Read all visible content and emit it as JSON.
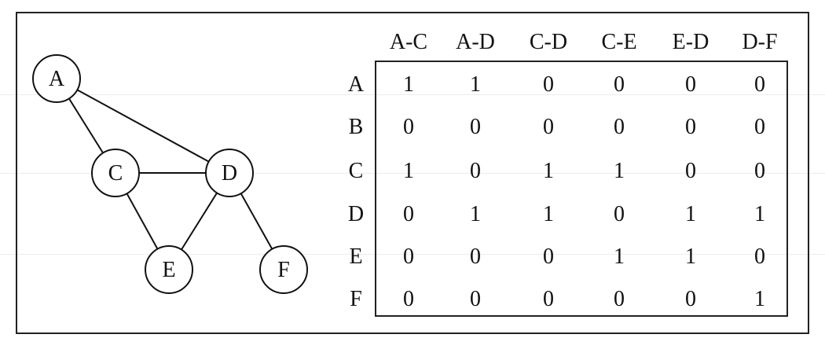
{
  "graph": {
    "nodes": [
      {
        "id": "A",
        "label": "A"
      },
      {
        "id": "C",
        "label": "C"
      },
      {
        "id": "D",
        "label": "D"
      },
      {
        "id": "E",
        "label": "E"
      },
      {
        "id": "F",
        "label": "F"
      }
    ],
    "edges": [
      {
        "from": "A",
        "to": "C"
      },
      {
        "from": "A",
        "to": "D"
      },
      {
        "from": "C",
        "to": "D"
      },
      {
        "from": "C",
        "to": "E"
      },
      {
        "from": "D",
        "to": "E"
      },
      {
        "from": "D",
        "to": "F"
      }
    ]
  },
  "matrix": {
    "column_headers": [
      "A-C",
      "A-D",
      "C-D",
      "C-E",
      "E-D",
      "D-F"
    ],
    "row_headers": [
      "A",
      "B",
      "C",
      "D",
      "E",
      "F"
    ],
    "values": [
      [
        "1",
        "1",
        "0",
        "0",
        "0",
        "0"
      ],
      [
        "0",
        "0",
        "0",
        "0",
        "0",
        "0"
      ],
      [
        "1",
        "0",
        "1",
        "1",
        "0",
        "0"
      ],
      [
        "0",
        "1",
        "1",
        "0",
        "1",
        "1"
      ],
      [
        "0",
        "0",
        "0",
        "1",
        "1",
        "0"
      ],
      [
        "0",
        "0",
        "0",
        "0",
        "0",
        "1"
      ]
    ]
  }
}
